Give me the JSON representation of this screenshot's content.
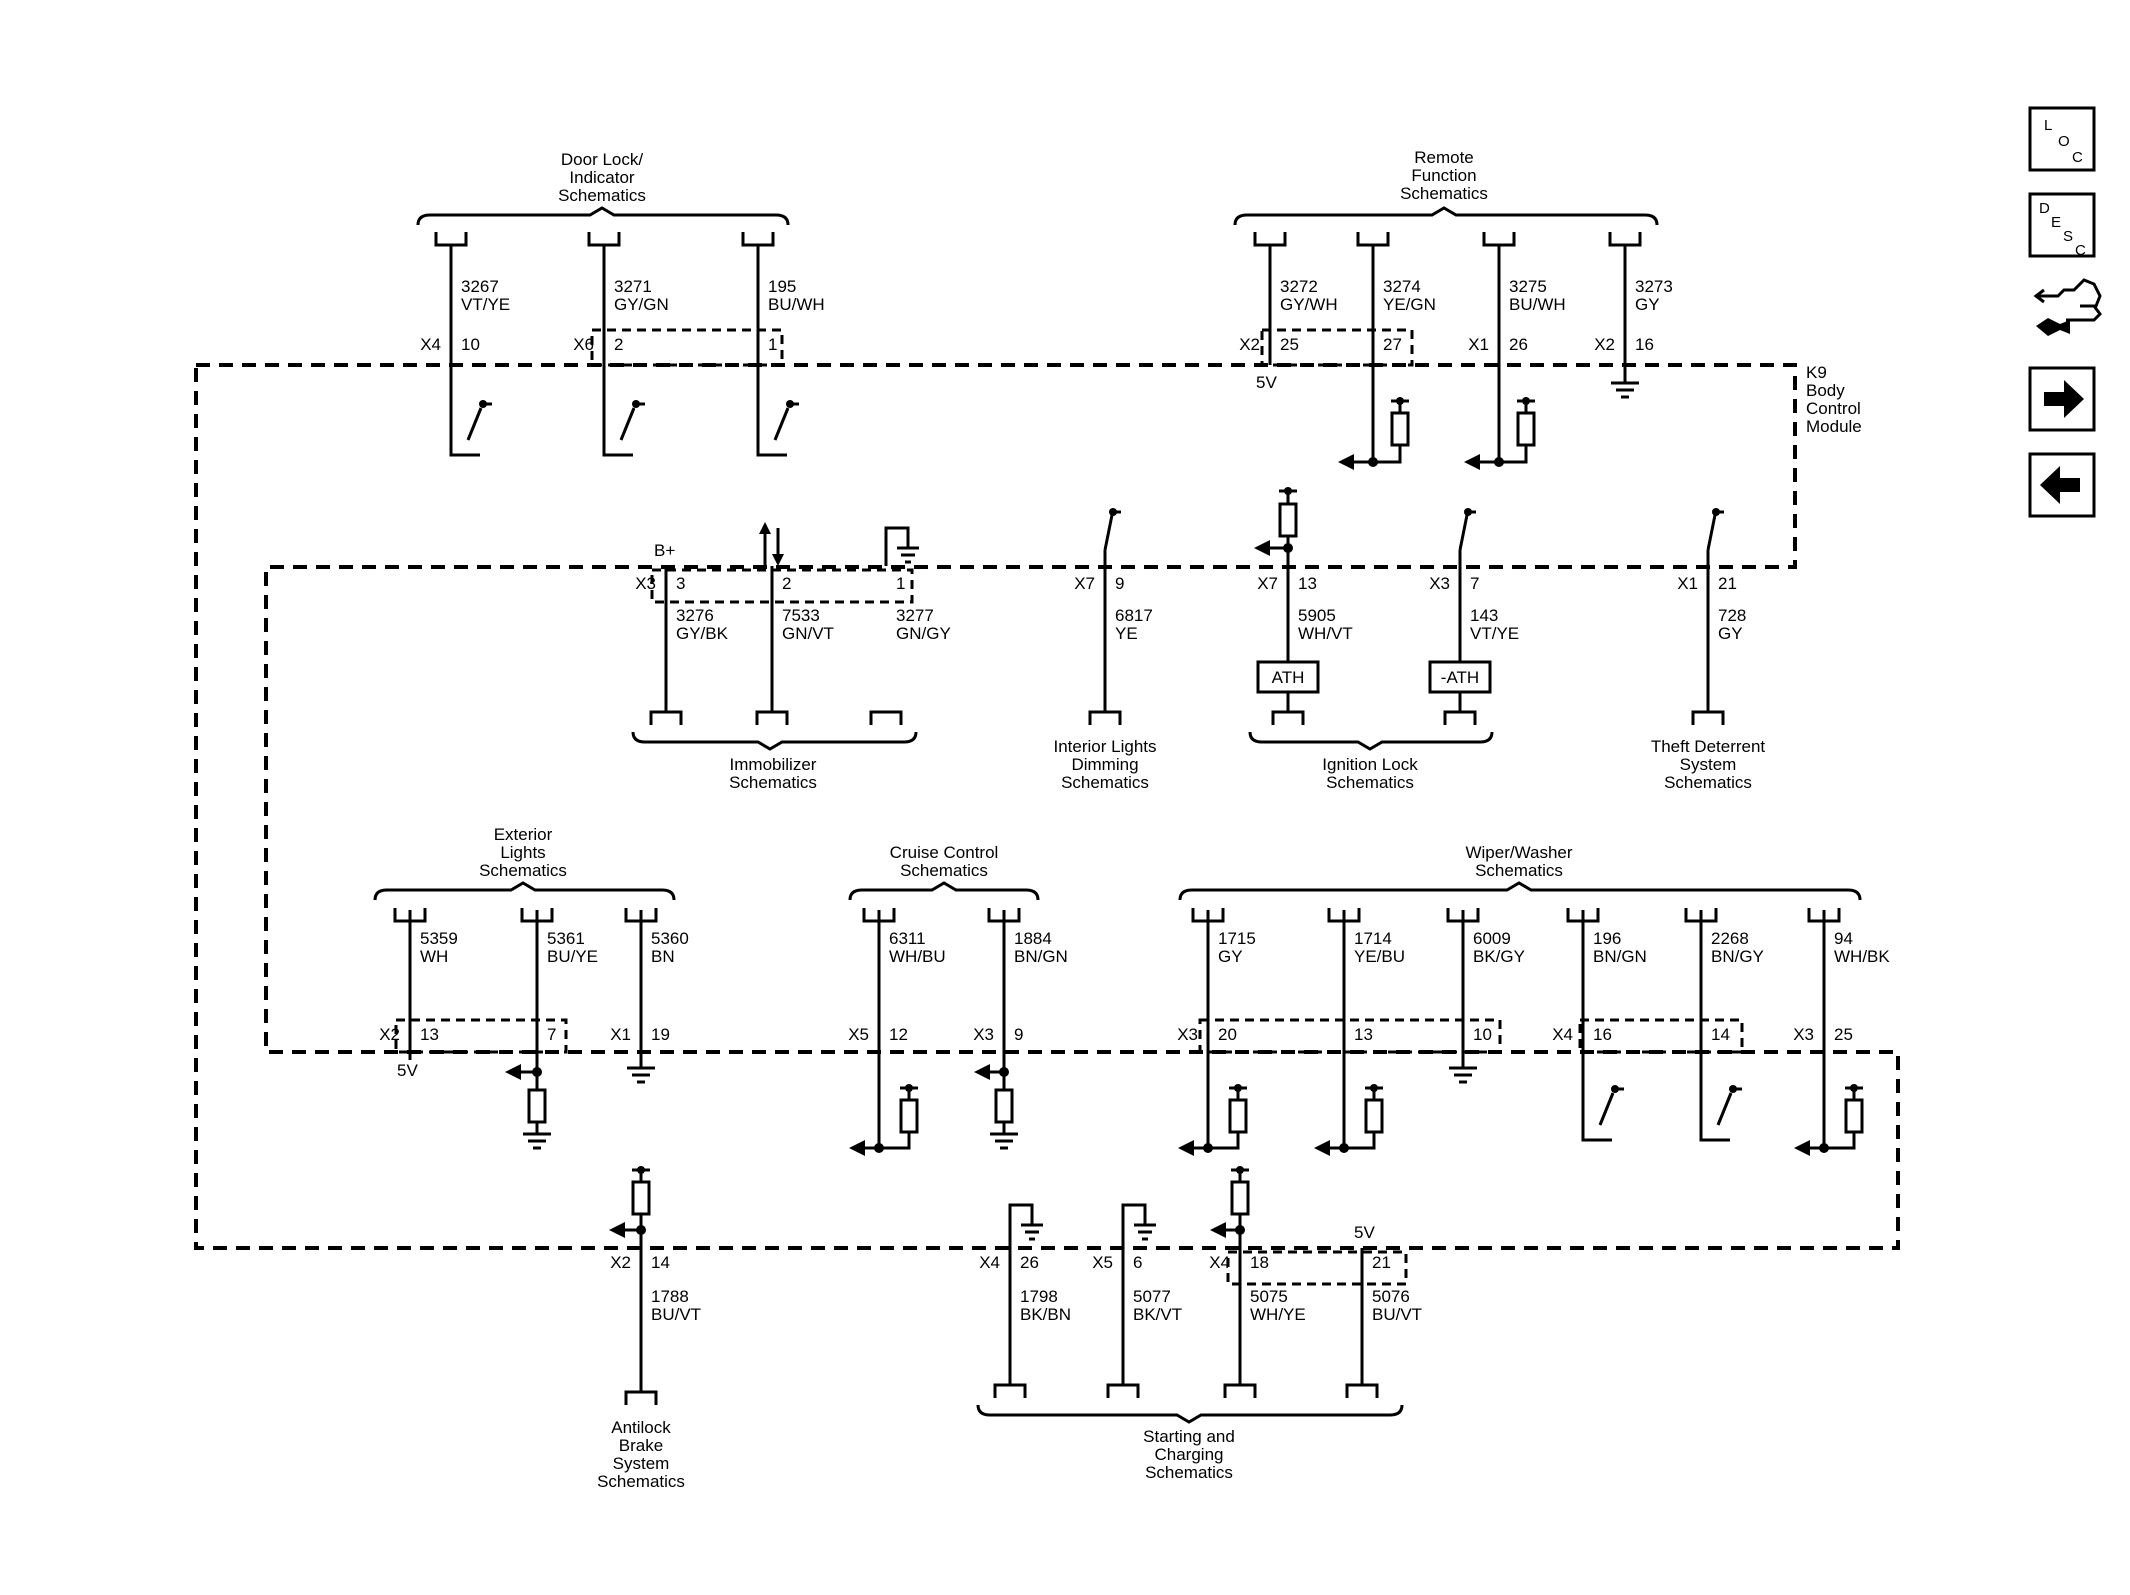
{
  "module": {
    "lines": [
      "K9",
      "Body",
      "Control",
      "Module"
    ]
  },
  "groups": {
    "door_lock": [
      "Door Lock/",
      "Indicator",
      "Schematics"
    ],
    "remote_function": [
      "Remote",
      "Function",
      "Schematics"
    ],
    "immobilizer": [
      "Immobilizer",
      "Schematics"
    ],
    "interior_lights": [
      "Interior Lights",
      "Dimming",
      "Schematics"
    ],
    "ignition_lock": [
      "Ignition Lock",
      "Schematics"
    ],
    "theft_deterrent": [
      "Theft Deterrent",
      "System",
      "Schematics"
    ],
    "exterior_lights": [
      "Exterior",
      "Lights",
      "Schematics"
    ],
    "cruise_control": [
      "Cruise Control",
      "Schematics"
    ],
    "wiper_washer": [
      "Wiper/Washer",
      "Schematics"
    ],
    "antilock_brake": [
      "Antilock",
      "Brake",
      "System",
      "Schematics"
    ],
    "starting_charging": [
      "Starting and",
      "Charging",
      "Schematics"
    ]
  },
  "circuits": [
    {
      "circuit": "3267",
      "color": "VT/YE",
      "connector": "X4",
      "pin": "10"
    },
    {
      "circuit": "3271",
      "color": "GY/GN",
      "connector": "X6",
      "pin": "2"
    },
    {
      "circuit": "195",
      "color": "BU/WH",
      "connector": "",
      "pin": "1"
    },
    {
      "circuit": "3272",
      "color": "GY/WH",
      "connector": "X2",
      "pin": "25"
    },
    {
      "circuit": "3274",
      "color": "YE/GN",
      "connector": "",
      "pin": "27"
    },
    {
      "circuit": "3275",
      "color": "BU/WH",
      "connector": "X1",
      "pin": "26"
    },
    {
      "circuit": "3273",
      "color": "GY",
      "connector": "X2",
      "pin": "16"
    },
    {
      "circuit": "3276",
      "color": "GY/BK",
      "connector": "X3",
      "pin": "3"
    },
    {
      "circuit": "7533",
      "color": "GN/VT",
      "connector": "",
      "pin": "2"
    },
    {
      "circuit": "3277",
      "color": "GN/GY",
      "connector": "",
      "pin": "1"
    },
    {
      "circuit": "6817",
      "color": "YE",
      "connector": "X7",
      "pin": "9"
    },
    {
      "circuit": "5905",
      "color": "WH/VT",
      "connector": "X7",
      "pin": "13"
    },
    {
      "circuit": "143",
      "color": "VT/YE",
      "connector": "X3",
      "pin": "7"
    },
    {
      "circuit": "728",
      "color": "GY",
      "connector": "X1",
      "pin": "21"
    },
    {
      "circuit": "5359",
      "color": "WH",
      "connector": "X2",
      "pin": "13"
    },
    {
      "circuit": "5361",
      "color": "BU/YE",
      "connector": "",
      "pin": "7"
    },
    {
      "circuit": "5360",
      "color": "BN",
      "connector": "X1",
      "pin": "19"
    },
    {
      "circuit": "6311",
      "color": "WH/BU",
      "connector": "X5",
      "pin": "12"
    },
    {
      "circuit": "1884",
      "color": "BN/GN",
      "connector": "X3",
      "pin": "9"
    },
    {
      "circuit": "1715",
      "color": "GY",
      "connector": "X3",
      "pin": "20"
    },
    {
      "circuit": "1714",
      "color": "YE/BU",
      "connector": "",
      "pin": "13"
    },
    {
      "circuit": "6009",
      "color": "BK/GY",
      "connector": "",
      "pin": "10"
    },
    {
      "circuit": "196",
      "color": "BN/GN",
      "connector": "X4",
      "pin": "16"
    },
    {
      "circuit": "2268",
      "color": "BN/GY",
      "connector": "",
      "pin": "14"
    },
    {
      "circuit": "94",
      "color": "WH/BK",
      "connector": "X3",
      "pin": "25"
    },
    {
      "circuit": "1788",
      "color": "BU/VT",
      "connector": "X2",
      "pin": "14"
    },
    {
      "circuit": "1798",
      "color": "BK/BN",
      "connector": "X4",
      "pin": "26"
    },
    {
      "circuit": "5077",
      "color": "BK/VT",
      "connector": "X5",
      "pin": "6"
    },
    {
      "circuit": "5075",
      "color": "WH/YE",
      "connector": "X4",
      "pin": "18"
    },
    {
      "circuit": "5076",
      "color": "BU/VT",
      "connector": "",
      "pin": "21"
    }
  ],
  "labels": {
    "five_volt": "5V",
    "b_plus": "B+",
    "ath": "ATH",
    "neg_ath": "-ATH"
  },
  "nav": {
    "loc": [
      "L",
      "O",
      "C"
    ],
    "desc": [
      "D",
      "E",
      "S",
      "C"
    ],
    "diagnostic_icon": "connector-wrench-icon",
    "next_icon": "arrow-right-icon",
    "prev_icon": "arrow-left-icon"
  }
}
